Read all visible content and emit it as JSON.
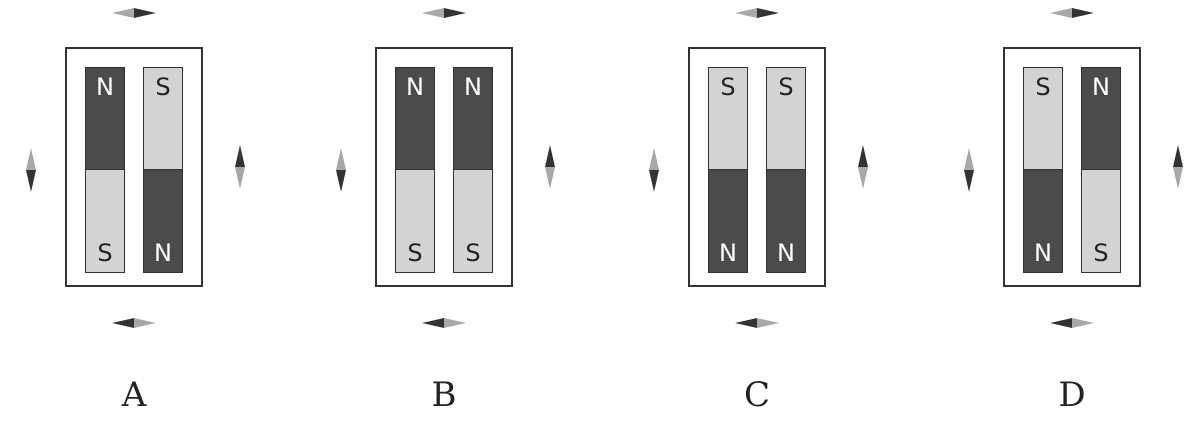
{
  "panels": [
    {
      "label": "A",
      "magnets": [
        {
          "top_pole": "N",
          "bottom_pole": "S"
        },
        {
          "top_pole": "S",
          "bottom_pole": "N"
        }
      ],
      "compass": {
        "top": "right",
        "bottom": "left",
        "left": "down",
        "right": "up"
      }
    },
    {
      "label": "B",
      "magnets": [
        {
          "top_pole": "N",
          "bottom_pole": "S"
        },
        {
          "top_pole": "N",
          "bottom_pole": "S"
        }
      ],
      "compass": {
        "top": "right",
        "bottom": "left",
        "left": "down",
        "right": "up"
      }
    },
    {
      "label": "C",
      "magnets": [
        {
          "top_pole": "S",
          "bottom_pole": "N"
        },
        {
          "top_pole": "S",
          "bottom_pole": "N"
        }
      ],
      "compass": {
        "top": "right",
        "bottom": "left",
        "left": "down",
        "right": "up"
      }
    },
    {
      "label": "D",
      "magnets": [
        {
          "top_pole": "S",
          "bottom_pole": "N"
        },
        {
          "top_pole": "N",
          "bottom_pole": "S"
        }
      ],
      "compass": {
        "top": "right",
        "bottom": "left",
        "left": "down",
        "right": "up"
      }
    }
  ],
  "colors": {
    "north_fill": "#4b4b4b",
    "south_fill": "#d3d3d3",
    "outline": "#333333",
    "needle_dark": "#333333",
    "needle_light": "#a8a8a8"
  },
  "icons": {
    "compass_needle": "compass-needle-icon"
  }
}
